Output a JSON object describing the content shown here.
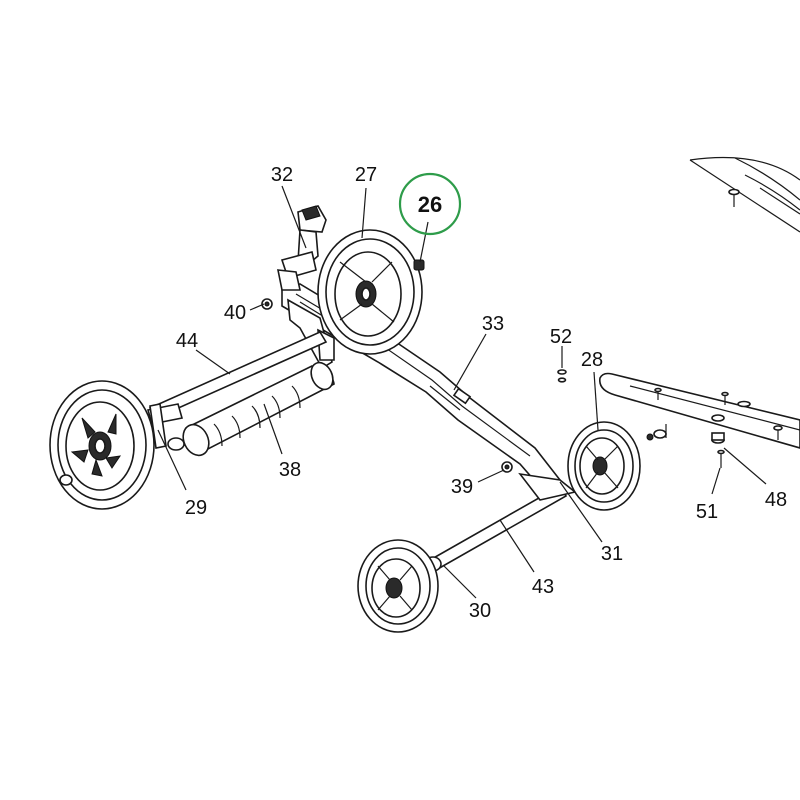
{
  "diagram": {
    "highlight_color": "#2e9c4a",
    "highlighted_part": "26",
    "labels": {
      "p26": "26",
      "p27": "27",
      "p32": "32",
      "p40": "40",
      "p44": "44",
      "p33": "33",
      "p52": "52",
      "p28": "28",
      "p38": "38",
      "p29": "29",
      "p39": "39",
      "p31": "31",
      "p43": "43",
      "p30": "30",
      "p51": "51",
      "p48": "48"
    }
  }
}
